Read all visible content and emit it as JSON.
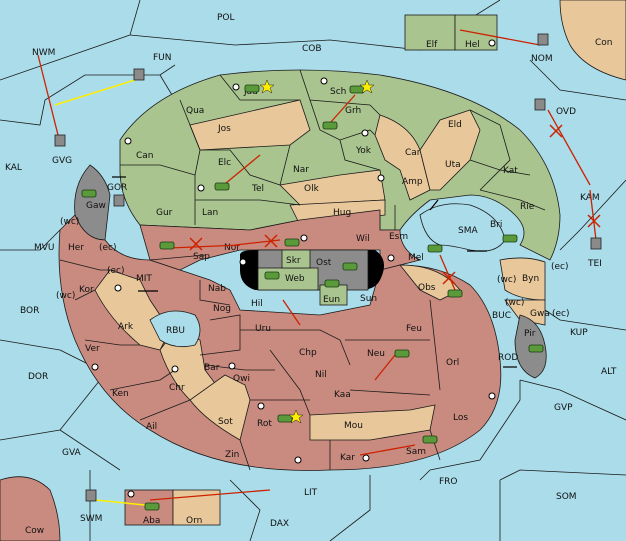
{
  "colors": {
    "sea": "#aadcea",
    "player_green": "#a9c48f",
    "neutral_tan": "#e8c89a",
    "player_brown": "#c98b7f",
    "impassable": "#8c8c8c",
    "move_order": "#cc2200",
    "support_order": "#ffee00",
    "unit": "#5a9a3a"
  },
  "sea_zones": [
    {
      "id": "POL",
      "label": "POL"
    },
    {
      "id": "NWM",
      "label": "NWM"
    },
    {
      "id": "FUN",
      "label": "FUN"
    },
    {
      "id": "COB",
      "label": "COB"
    },
    {
      "id": "NOM",
      "label": "NOM"
    },
    {
      "id": "CON",
      "label": "Con"
    },
    {
      "id": "OVD",
      "label": "OVD"
    },
    {
      "id": "KAL",
      "label": "KAL"
    },
    {
      "id": "GVG",
      "label": "GVG"
    },
    {
      "id": "GOR",
      "label": "GOR"
    },
    {
      "id": "KAM",
      "label": "KAM"
    },
    {
      "id": "TEI",
      "label": "TEI"
    },
    {
      "id": "SMA",
      "label": "SMA"
    },
    {
      "id": "MVU",
      "label": "MVU"
    },
    {
      "id": "MIT",
      "label": "MIT"
    },
    {
      "id": "BOR",
      "label": "BOR"
    },
    {
      "id": "RBU",
      "label": "RBU"
    },
    {
      "id": "BUC",
      "label": "BUC"
    },
    {
      "id": "KUP",
      "label": "KUP"
    },
    {
      "id": "ROD",
      "label": "ROD"
    },
    {
      "id": "DOR",
      "label": "DOR"
    },
    {
      "id": "ALT",
      "label": "ALT"
    },
    {
      "id": "GVP",
      "label": "GVP"
    },
    {
      "id": "GVA",
      "label": "GVA"
    },
    {
      "id": "FRO",
      "label": "FRO"
    },
    {
      "id": "SOM",
      "label": "SOM"
    },
    {
      "id": "LIT",
      "label": "LIT"
    },
    {
      "id": "SWM",
      "label": "SWM"
    },
    {
      "id": "DAX",
      "label": "DAX"
    },
    {
      "id": "COW",
      "label": "Cow"
    }
  ],
  "land_labels": {
    "jad": "Jad",
    "sch": "Sch",
    "qua": "Qua",
    "jos": "Jos",
    "grh": "Grh",
    "eld": "Eld",
    "can": "Can",
    "yok": "Yok",
    "car": "Car",
    "uta": "Uta",
    "kat": "Kat",
    "elc": "Elc",
    "nar": "Nar",
    "tel": "Tel",
    "olk": "Olk",
    "amp": "Amp",
    "rie": "Rie",
    "gur": "Gur",
    "lan": "Lan",
    "hug": "Hug",
    "wil": "Wil",
    "esm": "Esm",
    "bri": "Bri",
    "gaw": "Gaw",
    "her": "Her",
    "sap": "Sap",
    "nor": "Nor",
    "skr": "Skr",
    "ost": "Ost",
    "web": "Web",
    "eun": "Eun",
    "mel": "Mel",
    "byn": "Byn",
    "kor": "Kor",
    "nab": "Nab",
    "sun": "Sun",
    "obs": "Obs",
    "ark": "Ark",
    "nog": "Nog",
    "hil": "Hil",
    "uru": "Uru",
    "feu": "Feu",
    "gwa": "Gwa",
    "pir": "Pir",
    "ver": "Ver",
    "chp": "Chp",
    "neu": "Neu",
    "bar": "Bar",
    "qwi": "Qwi",
    "nil": "Nil",
    "orl": "Orl",
    "ken": "Ken",
    "chr": "Chr",
    "kaa": "Kaa",
    "ail": "Ail",
    "sot": "Sot",
    "rot": "Rot",
    "mou": "Mou",
    "los": "Los",
    "zin": "Zin",
    "kar": "Kar",
    "sam": "Sam",
    "elf": "Elf",
    "hel": "Hel",
    "aba": "Aba",
    "orn": "Orn"
  },
  "annotations": {
    "wc1": "(wc)",
    "ec1": "(ec)",
    "ec2": "(ec)",
    "wc2": "(wc)",
    "wc3": "(wc)",
    "wc4": "(wc)",
    "ec3": "(ec)",
    "ec4": "(ec)"
  }
}
